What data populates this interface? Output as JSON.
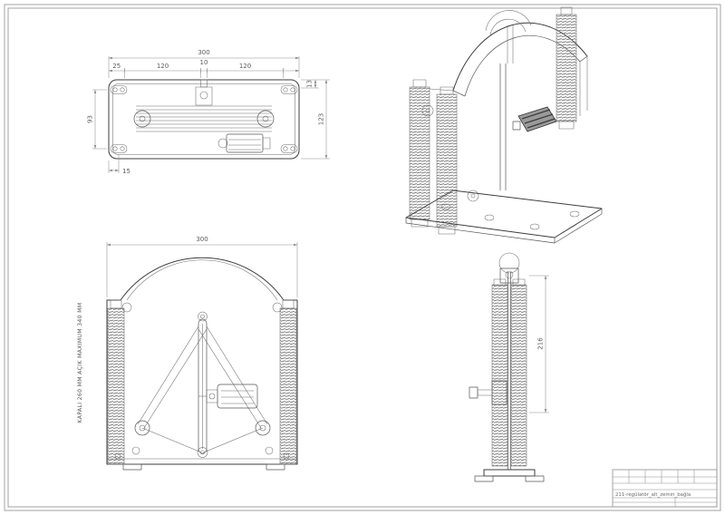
{
  "sheet": {
    "bg_color": "#ffffff",
    "frame_color": "#9a9a9a",
    "line_color": "#3d3d3d",
    "dim_text_color": "#5a5a5a"
  },
  "views": {
    "top_plan": {
      "dims": {
        "overall_width": "300",
        "seg_left": "25",
        "seg_a": "120",
        "seg_center": "10",
        "seg_b": "120",
        "hole_spacing_height": "93",
        "overall_height": "123",
        "edge_offset_top": "13",
        "hole_edge_offset": "15"
      }
    },
    "front": {
      "dims": {
        "overall_width": "300"
      },
      "note": "KAPALI 260 MM AÇIK MAXIMUM 340 MM"
    },
    "side": {
      "dims": {
        "spring_height": "216"
      }
    }
  },
  "title_block": {
    "drawing_name": "211-regülatör_alt_zemin_bağla"
  }
}
